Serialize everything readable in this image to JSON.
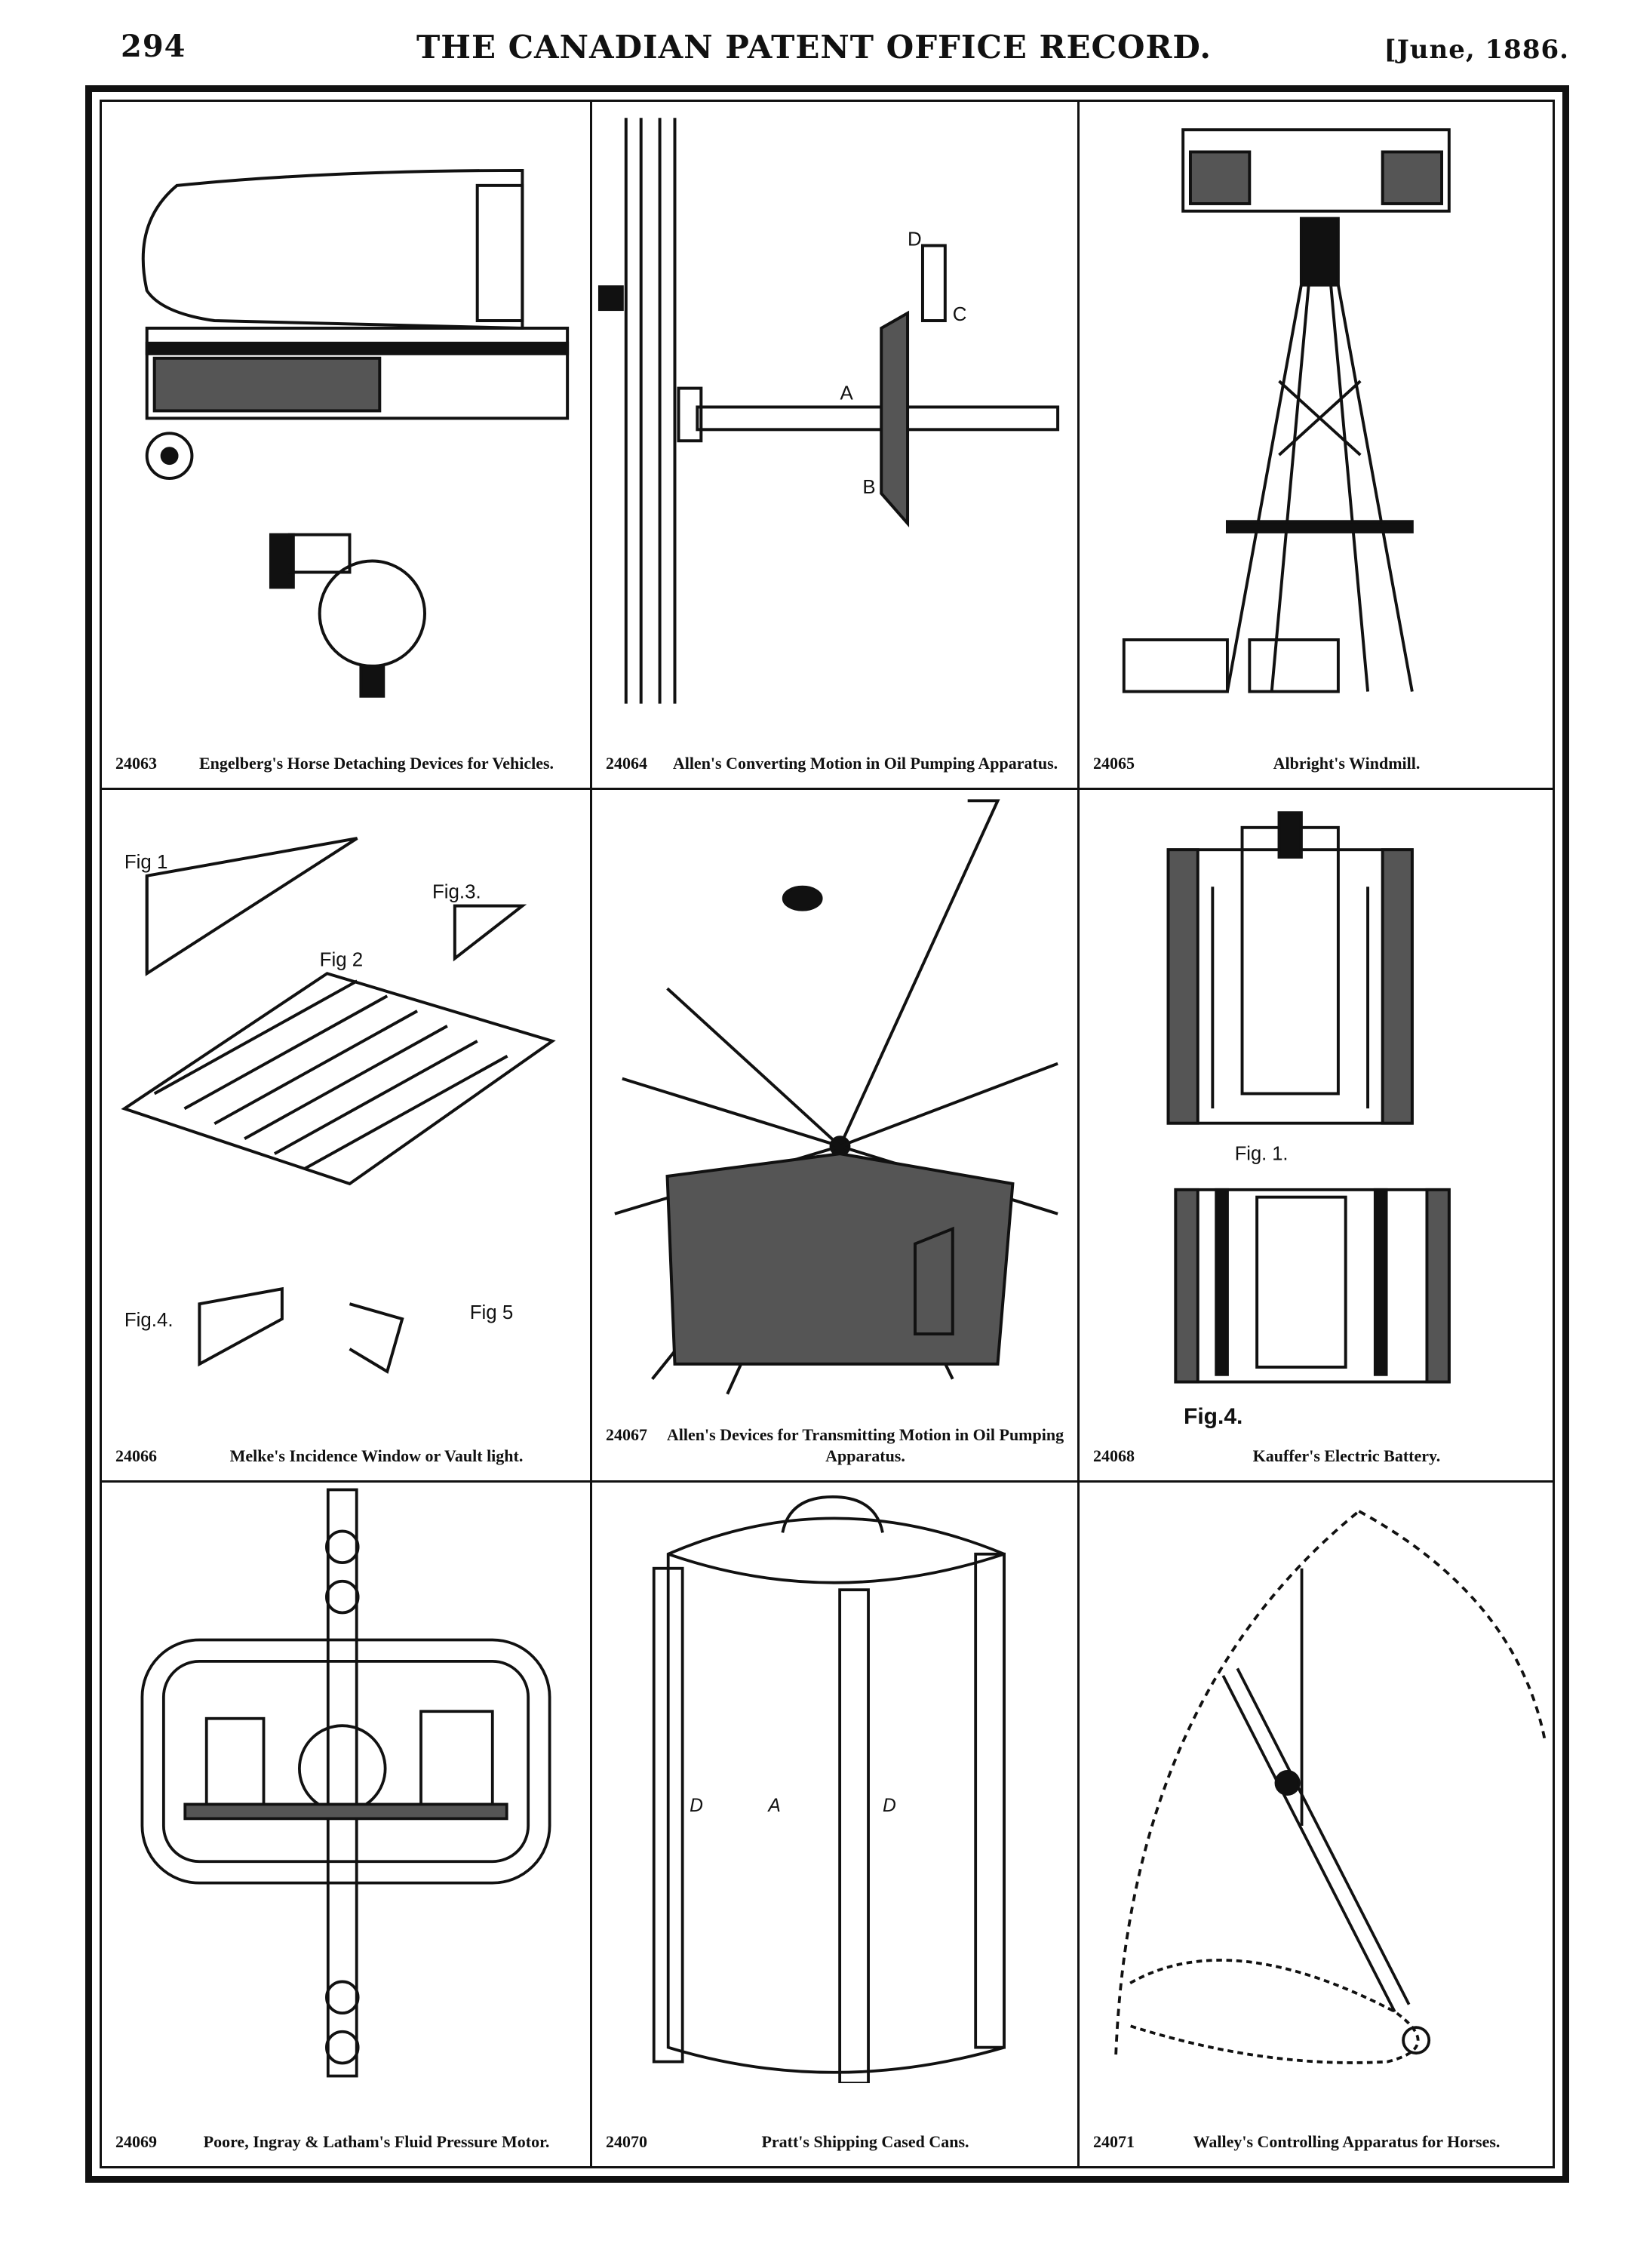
{
  "header": {
    "page_number": "294",
    "title": "THE CANADIAN PATENT OFFICE RECORD.",
    "date": "[June, 1886."
  },
  "patents": [
    {
      "number": "24063",
      "caption": "Engelberg's Horse Detaching Devices for Vehicles."
    },
    {
      "number": "24064",
      "caption": "Allen's Converting Motion in Oil Pumping Apparatus."
    },
    {
      "number": "24065",
      "caption": "Albright's Windmill."
    },
    {
      "number": "24066",
      "caption": "Melke's Incidence Window or Vault light."
    },
    {
      "number": "24067",
      "caption": "Allen's Devices for Transmitting Motion in Oil Pumping Apparatus."
    },
    {
      "number": "24068",
      "caption": "Kauffer's Electric Battery."
    },
    {
      "number": "24069",
      "caption": "Poore, Ingray & Latham's Fluid Pressure Motor."
    },
    {
      "number": "24070",
      "caption": "Pratt's Shipping Cased Cans."
    },
    {
      "number": "24071",
      "caption": "Walley's Controlling Apparatus for Horses."
    }
  ],
  "figure_labels": {
    "melke": [
      "Fig 1",
      "Fig.3.",
      "Fig 2",
      "Fig.4.",
      "Fig 5"
    ],
    "kauffer": [
      "Fig. 1.",
      "Fig.4."
    ],
    "allen_shaft": [
      "A",
      "B",
      "C",
      "D"
    ],
    "pratt": [
      "A",
      "D",
      "D"
    ]
  }
}
